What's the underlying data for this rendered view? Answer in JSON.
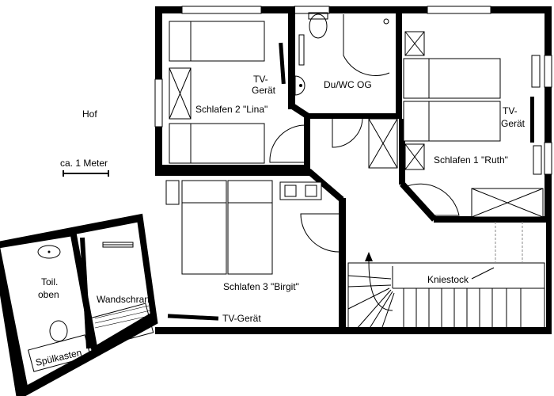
{
  "labels": {
    "courtyard": "Hof",
    "scale_text": "ca.  1 Meter",
    "room_lina": "Schlafen 2 \"Lina\"",
    "tv_lina_1": "TV-",
    "tv_lina_2": "Gerät",
    "bath": "Du/WC OG",
    "tv_ruth_1": "TV-",
    "tv_ruth_2": "Gerät",
    "room_ruth": "Schlafen 1 \"Ruth\"",
    "room_birgit": "Schlafen 3 \"Birgit\"",
    "tv_birgit": "TV-Gerät",
    "attic": "Kniestock",
    "toilet_1": "Toil.",
    "toilet_2": "oben",
    "wardrobe": "Wandschrank",
    "cistern": "Spülkasten"
  }
}
